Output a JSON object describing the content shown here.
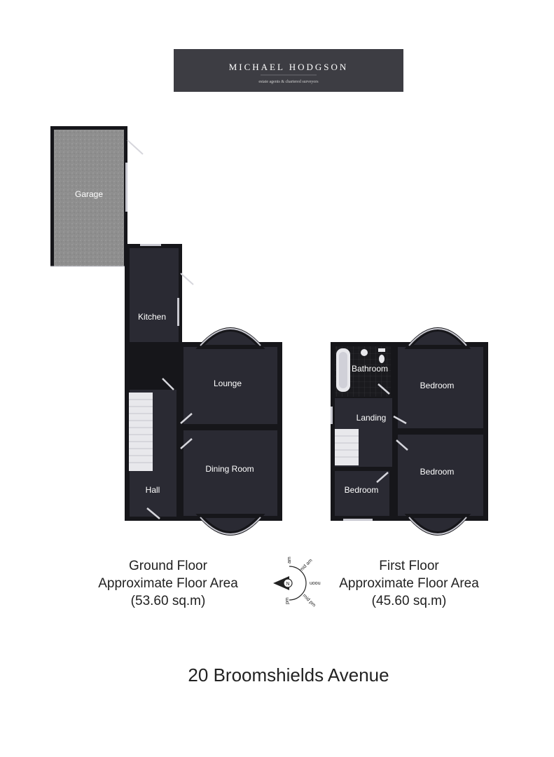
{
  "brand": {
    "name": "MICHAEL HODGSON",
    "tagline": "estate agents & chartered surveyors",
    "background_color": "#3d3d43"
  },
  "ground_floor": {
    "rooms": {
      "garage": "Garage",
      "kitchen": "Kitchen",
      "lounge": "Lounge",
      "hall": "Hall",
      "dining_room": "Dining Room"
    },
    "caption": {
      "title": "Ground Floor",
      "subtitle": "Approximate Floor Area",
      "area": "(53.60 sq.m)"
    }
  },
  "first_floor": {
    "rooms": {
      "bathroom": "Bathroom",
      "bedroom_front": "Bedroom",
      "landing": "Landing",
      "bedroom_rear": "Bedroom",
      "bedroom_small": "Bedroom"
    },
    "caption": {
      "title": "First Floor",
      "subtitle": "Approximate Floor Area",
      "area": "(45.60 sq.m)"
    }
  },
  "compass": {
    "north": "N",
    "labels": {
      "am": "am",
      "mid_am": "mid am",
      "noon": "noon",
      "mid_pm": "mid pm",
      "pm": "pm"
    }
  },
  "address": "20 Broomshields Avenue",
  "colors": {
    "room_fill": "#2a2a33",
    "wall": "#16161a",
    "garage_fill": "#8c8c8c",
    "bay_glass": "#c8c8d0"
  }
}
